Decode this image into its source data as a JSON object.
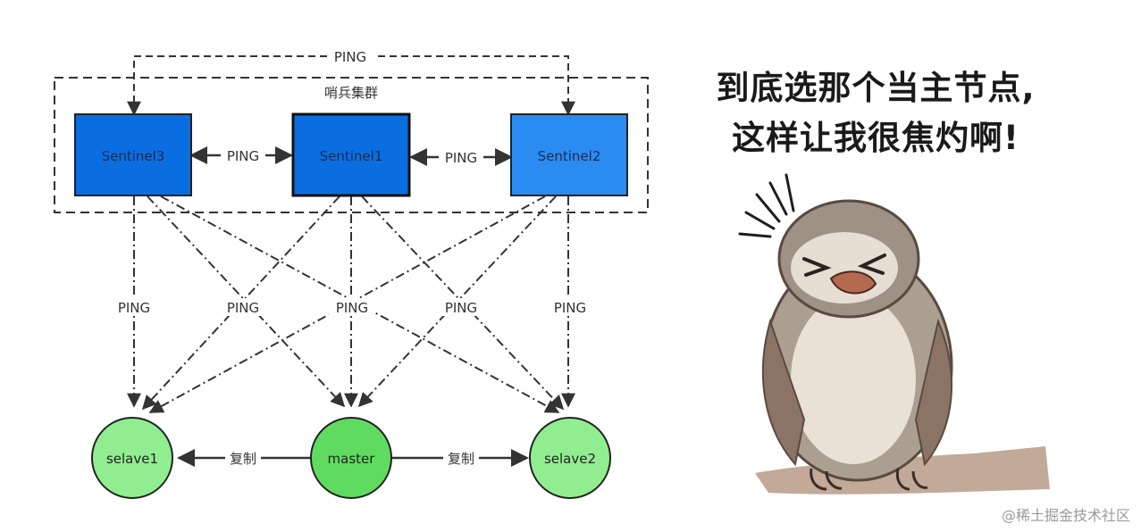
{
  "cluster": {
    "label": "哨兵集群"
  },
  "sentinels": [
    {
      "label": "Sentinel3"
    },
    {
      "label": "Sentinel1"
    },
    {
      "label": "Sentinel2"
    }
  ],
  "nodes": [
    {
      "label": "selave1"
    },
    {
      "label": "master"
    },
    {
      "label": "selave2"
    }
  ],
  "edge_labels": {
    "ping": "PING",
    "replicate": "复制"
  },
  "caption": {
    "line1": "到底选那个当主节点,",
    "line2": "这样让我很焦灼啊!"
  },
  "watermark": "@稀土掘金技术社区",
  "colors": {
    "sentinel_dark": "#0a6ee0",
    "sentinel_light": "#2a8cf0",
    "node_light": "#90ee90",
    "node_master": "#5fdc5f"
  }
}
